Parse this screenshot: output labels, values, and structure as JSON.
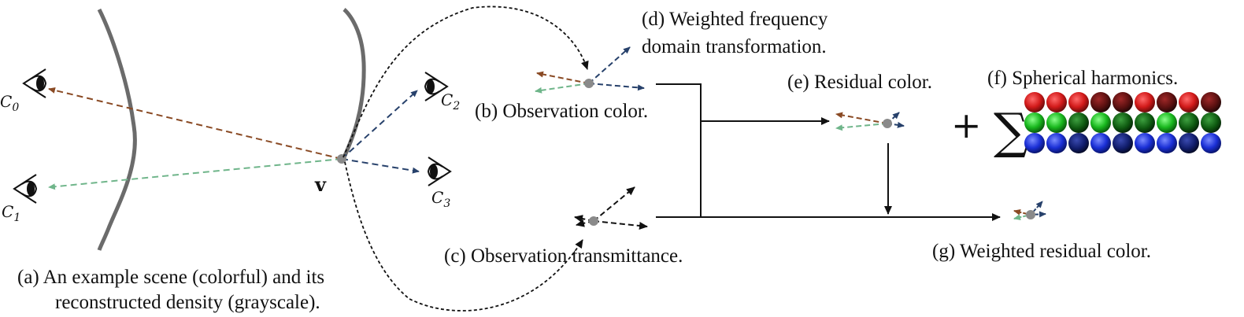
{
  "labels": {
    "a_line1": "(a) An example scene (colorful) and its",
    "a_line2": "reconstructed density (grayscale).",
    "b": "(b) Observation color.",
    "c": "(c) Observation transmittance.",
    "d_line1": "(d) Weighted frequency",
    "d_line2": "domain transformation.",
    "e": "(e) Residual color.",
    "f": "(f) Spherical harmonics.",
    "g": "(g) Weighted residual color."
  },
  "cameras": {
    "c0": {
      "letter": "C",
      "index": "0"
    },
    "c1": {
      "letter": "C",
      "index": "1"
    },
    "c2": {
      "letter": "C",
      "index": "2"
    },
    "c3": {
      "letter": "C",
      "index": "3"
    }
  },
  "point_label": "v",
  "symbols": {
    "plus": "+",
    "sum": "∑"
  },
  "colors": {
    "brown_ray": "#8a4a24",
    "green_ray": "#6fb58a",
    "blue_ray": "#27416b",
    "density_curve": "#6b6b6b",
    "sh_rows": [
      "#d21a1a",
      "#19b81e",
      "#1a2fd6"
    ]
  },
  "icons": [
    "eye-icon",
    "eye-icon",
    "eye-icon",
    "eye-icon"
  ]
}
